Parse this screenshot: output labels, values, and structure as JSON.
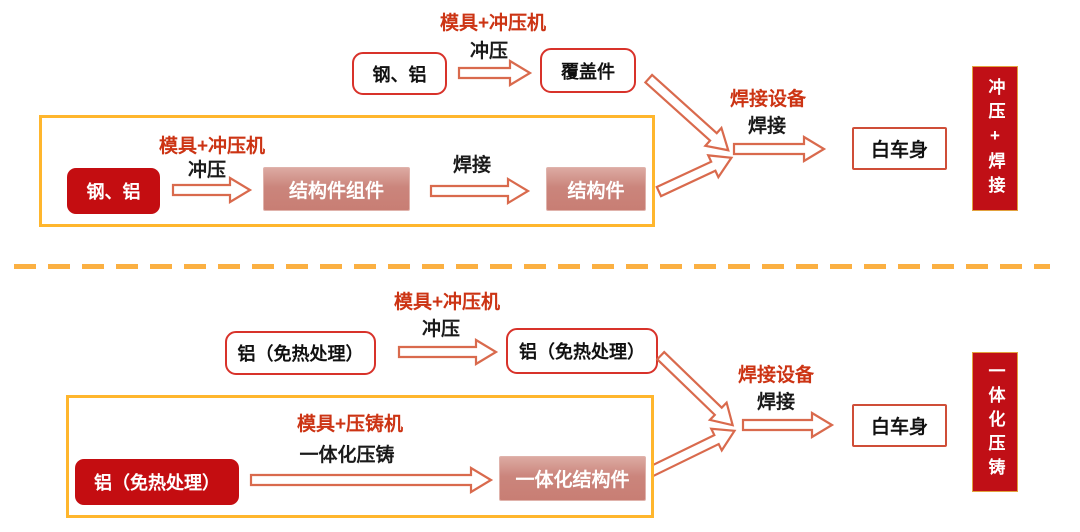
{
  "colors": {
    "accent_red": "#c40d11",
    "border_red": "#d8322a",
    "label_red": "#cc3414",
    "orange": "#ffb62d",
    "arrow": "#d96a4d",
    "pink_top": "#dcaaa2",
    "pink_bottom": "#c87e74"
  },
  "top": {
    "upper_flow": {
      "tool_label": "模具+冲压机",
      "process_label": "冲压",
      "input": "钢、铝",
      "output": "覆盖件"
    },
    "container_flow": {
      "tool_label": "模具+冲压机",
      "process_label": "冲压",
      "input": "钢、铝",
      "intermediate": "结构件组件",
      "weld_label": "焊接",
      "output": "结构件"
    },
    "weld": {
      "equipment_label": "焊接设备",
      "process_label": "焊接",
      "result": "白车身"
    },
    "banner": "冲压+焊接"
  },
  "bottom": {
    "upper_flow": {
      "tool_label": "模具+冲压机",
      "process_label": "冲压",
      "input": "铝（免热处理）",
      "output": "铝（免热处理）"
    },
    "container_flow": {
      "tool_label": "模具+压铸机",
      "process_label": "一体化压铸",
      "input": "铝（免热处理）",
      "output": "一体化结构件"
    },
    "weld": {
      "equipment_label": "焊接设备",
      "process_label": "焊接",
      "result": "白车身"
    },
    "banner": "一体化压铸"
  }
}
